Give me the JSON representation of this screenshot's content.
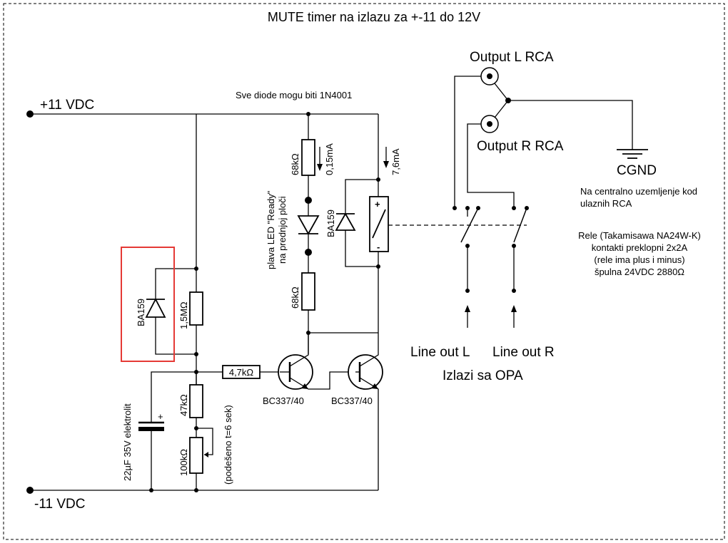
{
  "title": "MUTE timer na izlazu za +-11 do 12V",
  "rails": {
    "positive": "+11 VDC",
    "negative": "-11 VDC"
  },
  "notes": {
    "diodes": "Sve diode mogu biti 1N4001",
    "gnd_label": "CGND",
    "gnd_note_1": "Na centralno uzemljenje kod",
    "gnd_note_2": "ulaznih RCA",
    "relay_note": [
      "Rele (Takamisawa NA24W-K)",
      "kontakti preklopni 2x2A",
      "(rele ima plus i minus)",
      "špulna 24VDC  2880Ω"
    ]
  },
  "outputs": {
    "left": "Output L RCA",
    "right": "Output R RCA"
  },
  "inputs": {
    "left": "Line out L",
    "right": "Line out R",
    "caption": "Izlazi sa OPA"
  },
  "components": {
    "diode_left": "BA159",
    "r_1m5": "1,5MΩ",
    "r_4k7": "4,7kΩ",
    "r_47k": "47kΩ",
    "pot_100k": "100kΩ",
    "pot_note": "(podešeno t=6 sek)",
    "cap": "22µF 35V elektrolit",
    "r_68k_top": "68kΩ",
    "current_led": "0,15mA",
    "led_note_1": "plava LED \"Ready\"",
    "led_note_2": "na prednjoj ploči",
    "r_68k_bottom": "68kΩ",
    "diode_relay": "BA159",
    "current_relay": "7,6mA",
    "q1": "BC337/40",
    "q2": "BC337/40",
    "coil_plus": "+",
    "coil_minus": "-",
    "cap_plus": "+"
  },
  "colors": {
    "highlight": "#e53935"
  }
}
